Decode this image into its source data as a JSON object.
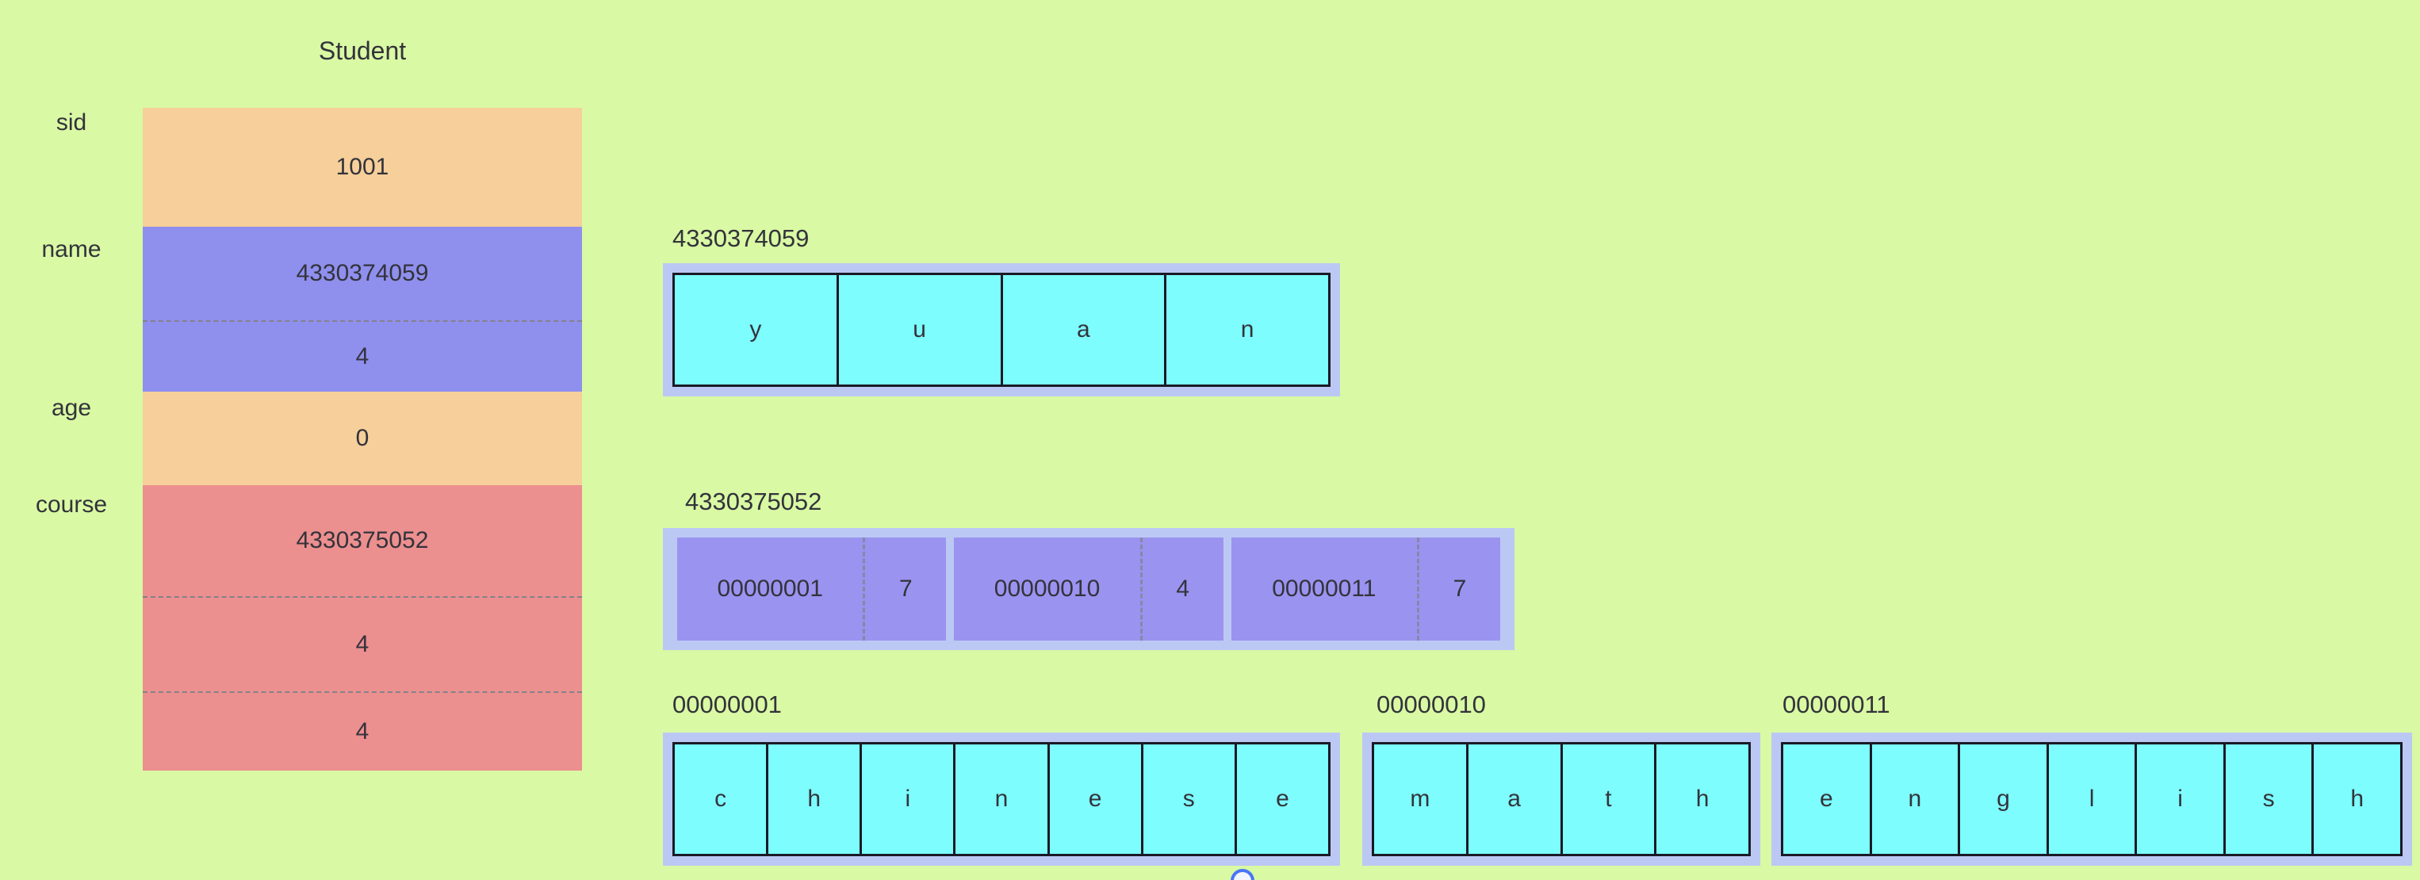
{
  "student_table": {
    "title": "Student",
    "fields": [
      {
        "label": "sid",
        "values": [
          "1001"
        ]
      },
      {
        "label": "name",
        "values": [
          "4330374059",
          "4"
        ]
      },
      {
        "label": "age",
        "values": [
          "0"
        ]
      },
      {
        "label": "course",
        "values": [
          "4330375052",
          "4",
          "4"
        ]
      }
    ]
  },
  "memory_blocks": {
    "name_string": {
      "address": "4330374059",
      "chars": [
        "y",
        "u",
        "a",
        "n"
      ]
    },
    "course_array": {
      "address": "4330375052",
      "pointers": [
        {
          "address": "00000001",
          "length": "7"
        },
        {
          "address": "00000010",
          "length": "4"
        },
        {
          "address": "00000011",
          "length": "7"
        }
      ]
    },
    "chinese_string": {
      "address": "00000001",
      "chars": [
        "c",
        "h",
        "i",
        "n",
        "e",
        "s",
        "e"
      ]
    },
    "math_string": {
      "address": "00000010",
      "chars": [
        "m",
        "a",
        "t",
        "h"
      ]
    },
    "english_string": {
      "address": "00000011",
      "chars": [
        "e",
        "n",
        "g",
        "l",
        "i",
        "s",
        "h"
      ]
    }
  },
  "colors": {
    "page_bg": "#d9f9a4",
    "scalar_cell": "#f6cf9a",
    "name_cell": "#8f8fee",
    "course_cell": "#ec8f8f",
    "char_cell": "#7dfdfe",
    "pointer_cell": "#9b93f0",
    "block_frame": "#bcc8f4",
    "accent_circle": "#4a74f8"
  }
}
